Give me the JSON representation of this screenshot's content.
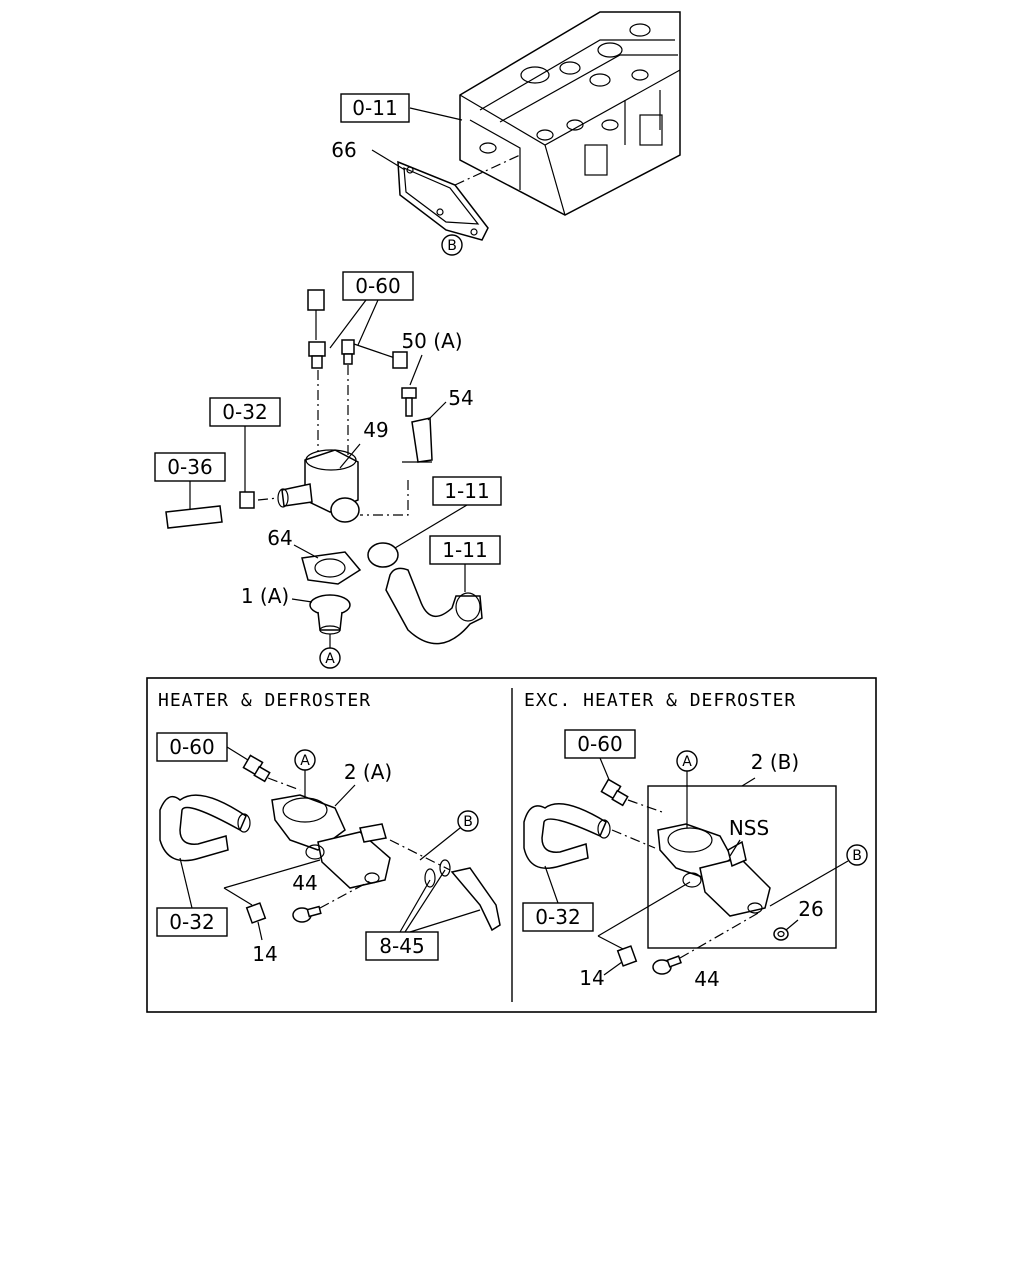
{
  "refs": {
    "r0_11": "0-11",
    "r0_60_top": "0-60",
    "r0_32_left": "0-32",
    "r0_36": "0-36",
    "r1_11_a": "1-11",
    "r1_11_b": "1-11",
    "r0_60_h": "0-60",
    "r0_32_h": "0-32",
    "r8_45": "8-45",
    "r0_60_e": "0-60",
    "r0_32_e": "0-32"
  },
  "labels": {
    "p66": "66",
    "p50a": "50 (A)",
    "p54": "54",
    "p49": "49",
    "p64": "64",
    "p1a": "1 (A)",
    "p2a": "2 (A)",
    "p44_h": "44",
    "p14_h": "14",
    "p2b": "2 (B)",
    "nss": "NSS",
    "p26": "26",
    "p14_e": "14",
    "p44_e": "44"
  },
  "circles": {
    "b_top": "B",
    "a_bottom": "A",
    "a_heater": "A",
    "b_heater": "B",
    "a_exc": "A",
    "b_exc": "B"
  },
  "panels": {
    "heater_title": "HEATER & DEFROSTER",
    "exc_title": "EXC. HEATER & DEFROSTER"
  }
}
